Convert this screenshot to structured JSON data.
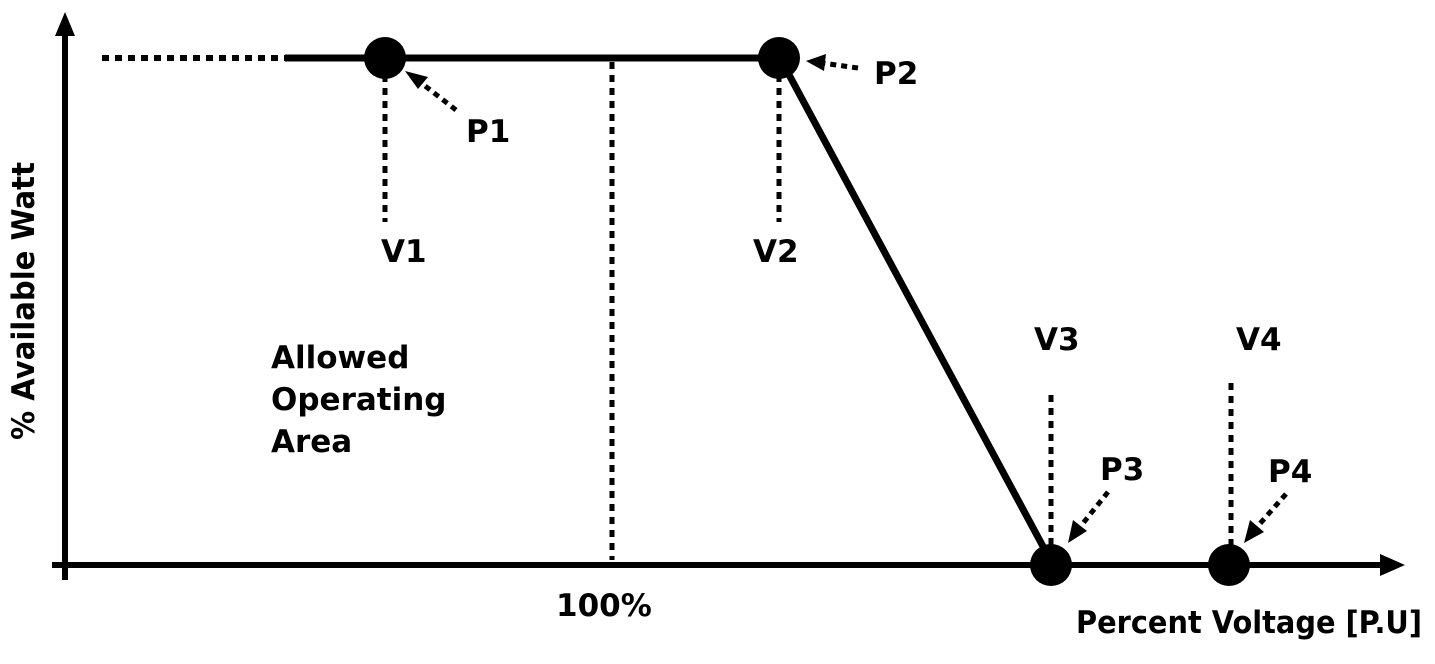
{
  "diagram": {
    "axes": {
      "y_label": "% Available Watt",
      "x_label": "Percent Voltage [P.U]",
      "x_mark_label": "100%"
    },
    "region_label": [
      "Allowed",
      "Operating",
      "Area"
    ],
    "points": [
      {
        "id": "P1",
        "label": "P1"
      },
      {
        "id": "P2",
        "label": "P2"
      },
      {
        "id": "P3",
        "label": "P3"
      },
      {
        "id": "P4",
        "label": "P4"
      }
    ],
    "voltages": [
      {
        "id": "V1",
        "label": "V1"
      },
      {
        "id": "V2",
        "label": "V2"
      },
      {
        "id": "V3",
        "label": "V3"
      },
      {
        "id": "V4",
        "label": "V4"
      }
    ],
    "colors": {
      "ink": "#000000",
      "background": "#ffffff"
    }
  }
}
